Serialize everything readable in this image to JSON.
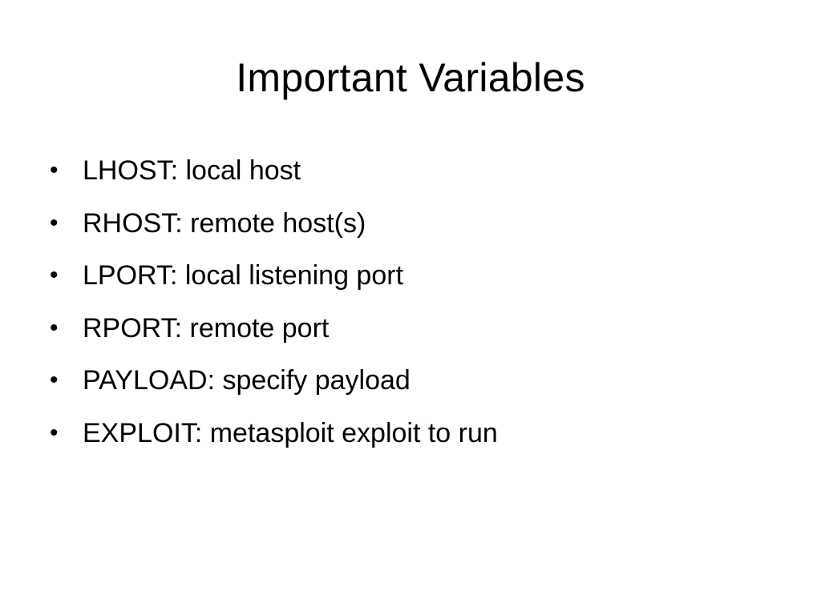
{
  "slide": {
    "title": "Important Variables",
    "bullet_glyph": "•",
    "bullets": [
      "LHOST: local host",
      "RHOST: remote host(s)",
      "LPORT: local listening port",
      "RPORT: remote port",
      "PAYLOAD: specify payload",
      "EXPLOIT: metasploit exploit to run"
    ]
  }
}
